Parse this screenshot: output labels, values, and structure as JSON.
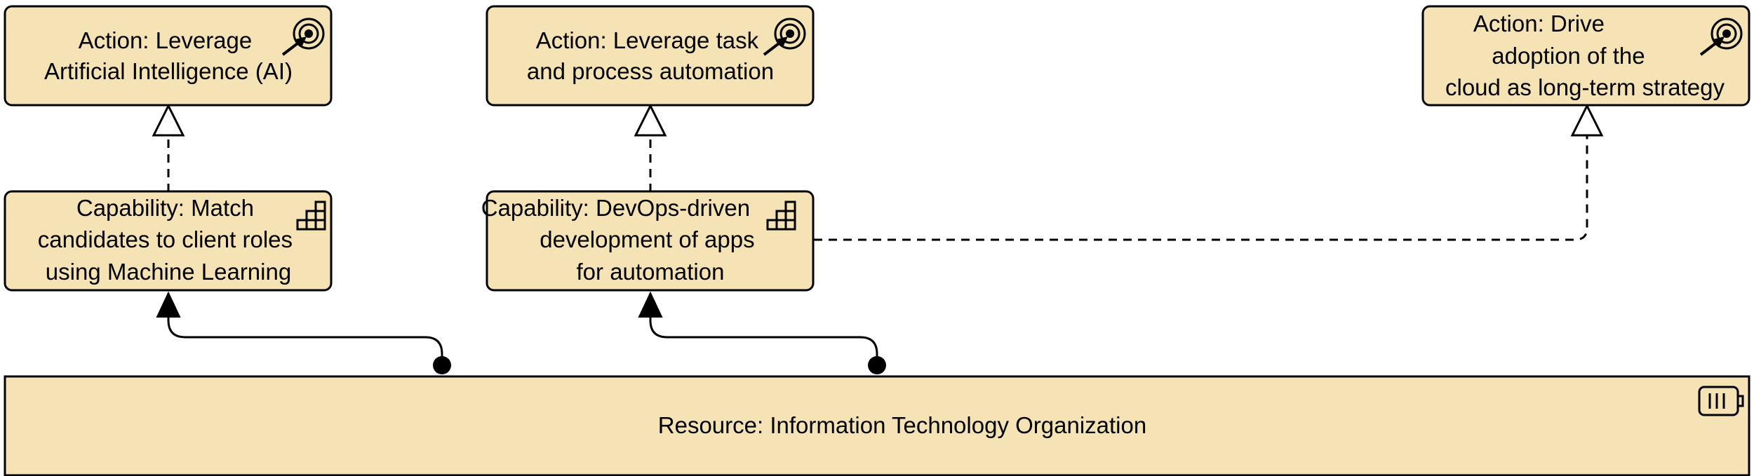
{
  "colors": {
    "element_fill": "#f5e2b5",
    "stroke": "#000000",
    "background": "#ffffff"
  },
  "nodes": {
    "action_ai": {
      "type": "Action",
      "icon": "goal-target-icon",
      "lines": [
        "Action: Leverage",
        "Artificial Intelligence (AI)"
      ]
    },
    "action_automation": {
      "type": "Action",
      "icon": "goal-target-icon",
      "lines": [
        "Action: Leverage task",
        "and process automation"
      ]
    },
    "action_cloud": {
      "type": "Action",
      "icon": "goal-target-icon",
      "lines": [
        "Action: Drive",
        "adoption of the",
        "cloud as long-term strategy"
      ]
    },
    "capability_ml": {
      "type": "Capability",
      "icon": "capability-stairs-icon",
      "lines": [
        "Capability: Match",
        "candidates to client roles",
        "using Machine Learning"
      ]
    },
    "capability_devops": {
      "type": "Capability",
      "icon": "capability-stairs-icon",
      "lines": [
        "Capability: DevOps-driven",
        "development of apps",
        "for automation"
      ]
    },
    "resource_it": {
      "type": "Resource",
      "icon": "resource-battery-icon",
      "lines": [
        "Resource: Information Technology Organization"
      ]
    }
  },
  "relationships": [
    {
      "type": "realization",
      "from": "capability_ml",
      "to": "action_ai"
    },
    {
      "type": "realization",
      "from": "capability_devops",
      "to": "action_automation"
    },
    {
      "type": "realization",
      "from": "capability_devops",
      "to": "action_cloud"
    },
    {
      "type": "assignment",
      "from": "resource_it",
      "to": "capability_ml"
    },
    {
      "type": "assignment",
      "from": "resource_it",
      "to": "capability_devops"
    }
  ]
}
